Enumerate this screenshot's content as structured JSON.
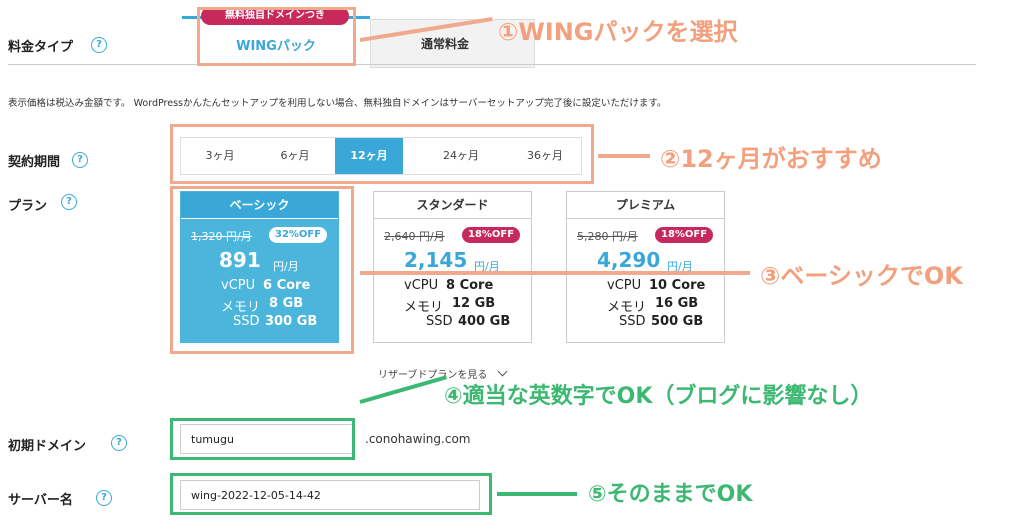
{
  "plan_type": {
    "label": "料金タイプ",
    "help": "?",
    "tabs": [
      {
        "label": "WINGパック",
        "badge": "無料独自ドメインつき",
        "active": true
      },
      {
        "label": "通常料金",
        "active": false
      }
    ]
  },
  "note": "表示価格は税込み金額です。 WordPressかんたんセットアップを利用しない場合、無料独自ドメインはサーバーセットアップ完了後に設定いただけます。",
  "period": {
    "label": "契約期間",
    "help": "?",
    "options": [
      "3ヶ月",
      "6ヶ月",
      "12ヶ月",
      "24ヶ月",
      "36ヶ月"
    ],
    "selected": "12ヶ月"
  },
  "plan": {
    "label": "プラン",
    "help": "?",
    "cards": [
      {
        "name": "ベーシック",
        "old": "1,320 円/月",
        "off": "32%OFF",
        "price": "891",
        "per": "円/月",
        "cpu_label": "vCPU",
        "cpu": "6 Core",
        "mem_label": "メモリ",
        "mem": "8 GB",
        "ssd_label": "SSD",
        "ssd": "300 GB",
        "selected": true
      },
      {
        "name": "スタンダード",
        "old": "2,640 円/月",
        "off": "18%OFF",
        "price": "2,145",
        "per": "円/月",
        "cpu_label": "vCPU",
        "cpu": "8 Core",
        "mem_label": "メモリ",
        "mem": "12 GB",
        "ssd_label": "SSD",
        "ssd": "400 GB",
        "selected": false
      },
      {
        "name": "プレミアム",
        "old": "5,280 円/月",
        "off": "18%OFF",
        "price": "4,290",
        "per": "円/月",
        "cpu_label": "vCPU",
        "cpu": "10 Core",
        "mem_label": "メモリ",
        "mem": "16 GB",
        "ssd_label": "SSD",
        "ssd": "500 GB",
        "selected": false
      }
    ],
    "reserved_link": "リザーブドプランを見る",
    "reserved_icon": "chevron-down-icon"
  },
  "domain": {
    "label": "初期ドメイン",
    "help": "?",
    "value": "tumugu",
    "suffix": ".conohawing.com"
  },
  "server_name": {
    "label": "サーバー名",
    "help": "?",
    "value": "wing-2022-12-05-14-42"
  },
  "annotations": {
    "a1": "①WINGパックを選択",
    "a2": "②12ヶ月がおすすめ",
    "a3": "③ベーシックでOK",
    "a4": "④適当な英数字でOK（ブログに影響なし）",
    "a5": "⑤そのままでOK"
  },
  "colors": {
    "accent": "#39a8d8",
    "badge": "#c8295d",
    "annotation_orange": "#f0a98b",
    "annotation_green": "#3db873"
  }
}
